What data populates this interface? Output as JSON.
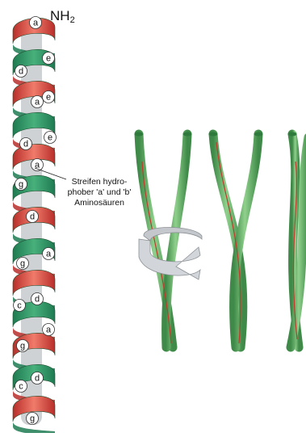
{
  "helix": {
    "terminus_label": "NH",
    "terminus_subscript": "2",
    "residues": [
      "a",
      "e",
      "d",
      "e",
      "a",
      "e",
      "d",
      "a",
      "g",
      "d",
      "a",
      "g",
      "d",
      "c",
      "a",
      "g",
      "d",
      "c",
      "g"
    ]
  },
  "annotation": {
    "line1": "Streifen hydro-",
    "line2": "phober 'a' und 'b'",
    "line3": "Aminosäuren"
  },
  "colors": {
    "helix_red": "#d9453c",
    "helix_green": "#2f9a66",
    "helix_light_green": "#8fd08c",
    "strand_green": "#6ab86a",
    "strand_dark": "#3e8a47",
    "stripe_red": "#c0392b",
    "arrow_grey": "#b8bdc2"
  }
}
